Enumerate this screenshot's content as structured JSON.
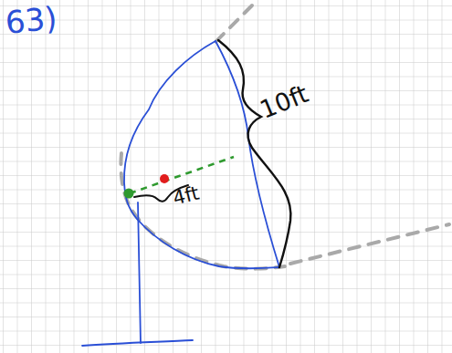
{
  "diagram": {
    "labels": [
      "63)",
      "10ft",
      "4ft"
    ]
  }
}
